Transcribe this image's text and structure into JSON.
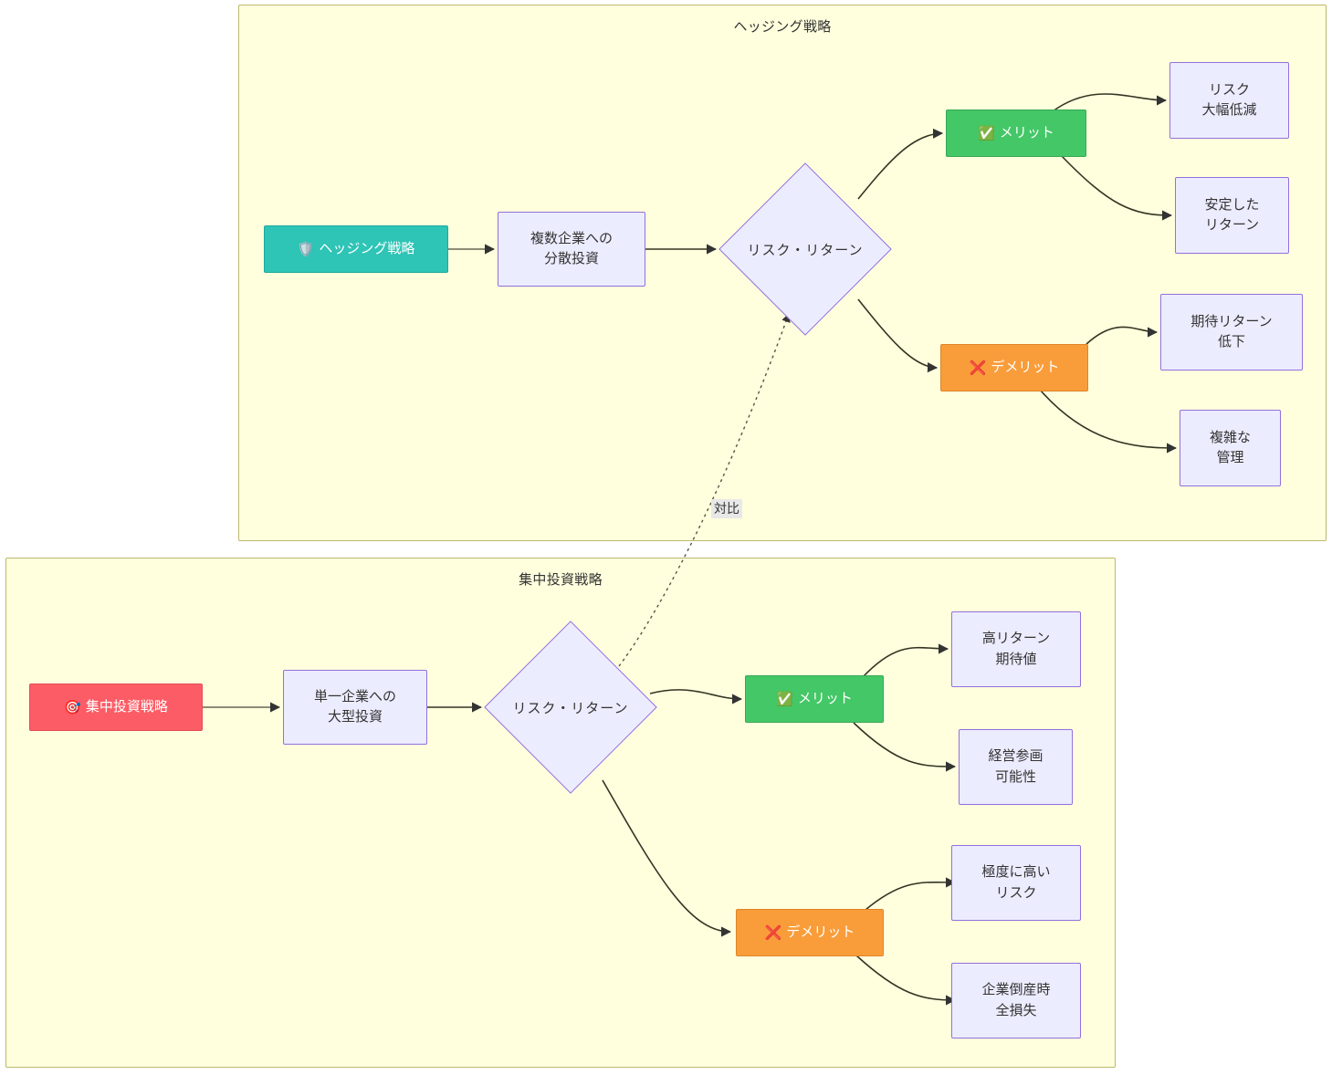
{
  "diagram": {
    "type": "flowchart",
    "title_top": "ヘッジング戦略",
    "title_bottom": "集中投資戦略",
    "cross_edge_label": "対比",
    "colors": {
      "cluster_bg": "#ffffde",
      "cluster_border": "#bdb76b",
      "node_bg": "#ececff",
      "node_border": "#9370db",
      "hedge_start": "#2ec4b6",
      "focus_start": "#fc5c65",
      "merit": "#44c767",
      "demerit": "#f99d3b",
      "edge_stroke": "#333333",
      "edge_label_bg": "#e8e8e8"
    }
  },
  "hedging": {
    "cluster_title": "ヘッジング戦略",
    "start": {
      "icon": "shield-icon",
      "emoji": "🛡️",
      "label": "ヘッジング戦略"
    },
    "step": {
      "label": "複数企業への\n分散投資"
    },
    "decision": {
      "label": "リスク・リターン"
    },
    "merit": {
      "icon": "check-mark-icon",
      "emoji": "✅",
      "label": "メリット"
    },
    "demerit": {
      "icon": "cross-mark-icon",
      "emoji": "❌",
      "label": "デメリット"
    },
    "merit_outcomes": [
      {
        "label": "リスク\n大幅低減"
      },
      {
        "label": "安定した\nリターン"
      }
    ],
    "demerit_outcomes": [
      {
        "label": "期待リターン\n低下"
      },
      {
        "label": "複雑な\n管理"
      }
    ]
  },
  "focused": {
    "cluster_title": "集中投資戦略",
    "start": {
      "icon": "target-icon",
      "emoji": "🎯",
      "label": "集中投資戦略"
    },
    "step": {
      "label": "単一企業への\n大型投資"
    },
    "decision": {
      "label": "リスク・リターン"
    },
    "merit": {
      "icon": "check-mark-icon",
      "emoji": "✅",
      "label": "メリット"
    },
    "demerit": {
      "icon": "cross-mark-icon",
      "emoji": "❌",
      "label": "デメリット"
    },
    "merit_outcomes": [
      {
        "label": "高リターン\n期待値"
      },
      {
        "label": "経営参画\n可能性"
      }
    ],
    "demerit_outcomes": [
      {
        "label": "極度に高い\nリスク"
      },
      {
        "label": "企業倒産時\n全損失"
      }
    ]
  }
}
